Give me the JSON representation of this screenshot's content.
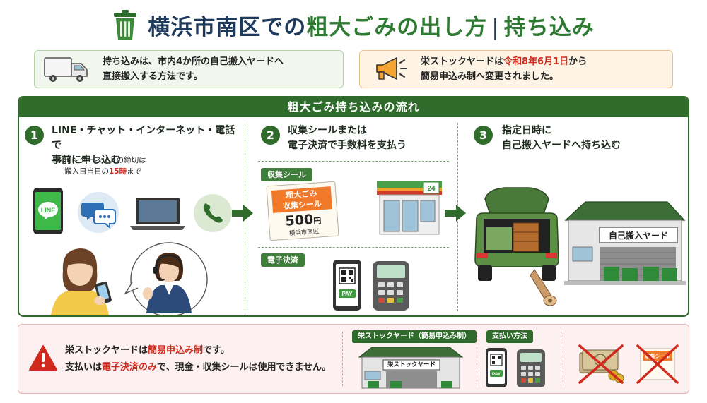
{
  "title": {
    "part1": "横浜市南区での",
    "part2": "粗大ごみの出し方",
    "separator": "|",
    "part3": "持ち込み"
  },
  "info_left": {
    "line1": "持ち込みは、市内4か所の自己搬入ヤードへ",
    "line2": "直接搬入する方法です。"
  },
  "info_right": {
    "prefix": "栄ストックヤードは",
    "highlight": "令和8年6月1日",
    "suffix": "から",
    "line2": "簡易申込み制へ変更されました。"
  },
  "flow": {
    "header": "粗大ごみ持ち込みの流れ",
    "step1": {
      "number": "1",
      "line1": "LINE・チャット・インターネット・電話で",
      "line2": "事前に申し込む",
      "note_line1": "※ インターネットの締切は",
      "note_line2_prefix": "搬入日当日の",
      "note_line2_highlight": "15時",
      "note_line2_suffix": "まで",
      "line_icon_label": "LINE"
    },
    "step2": {
      "number": "2",
      "line1": "収集シールまたは",
      "line2": "電子決済で手数料を支払う",
      "sticker_tag": "収集シール",
      "sticker_line1": "粗大ごみ",
      "sticker_line2": "収集シール",
      "sticker_price": "500",
      "sticker_yen": "円",
      "sticker_issuer": "横浜市南区",
      "store_number": "24",
      "epay_tag": "電子決済",
      "pay_label": "PAY"
    },
    "step3": {
      "number": "3",
      "line1": "指定日時に",
      "line2": "自己搬入ヤードへ持ち込む",
      "yard_sign": "自己搬入ヤード"
    }
  },
  "warning": {
    "line1_prefix": "栄ストックヤードは",
    "line1_highlight": "簡易申込み制",
    "line1_suffix": "です。",
    "line2_prefix": "支払いは",
    "line2_highlight": "電子決済のみ",
    "line2_suffix": "で、現金・収集シールは使用できません。",
    "yard_tag": "栄ストックヤード（簡易申込み制）",
    "yard_sign": "栄ストックヤード",
    "payment_tag": "支払い方法",
    "pay_label": "PAY",
    "crossed_sticker_label": "収集シール"
  },
  "colors": {
    "dark_green": "#2f6b2b",
    "title_navy": "#1e3a5c",
    "alert_red": "#d02a1e"
  },
  "icons": [
    "trash-can-icon",
    "truck-icon",
    "megaphone-icon",
    "line-app-icon",
    "chat-bubble-icon",
    "laptop-icon",
    "phone-icon",
    "arrow-right-icon",
    "warning-icon",
    "qr-code-icon",
    "card-terminal-icon"
  ]
}
